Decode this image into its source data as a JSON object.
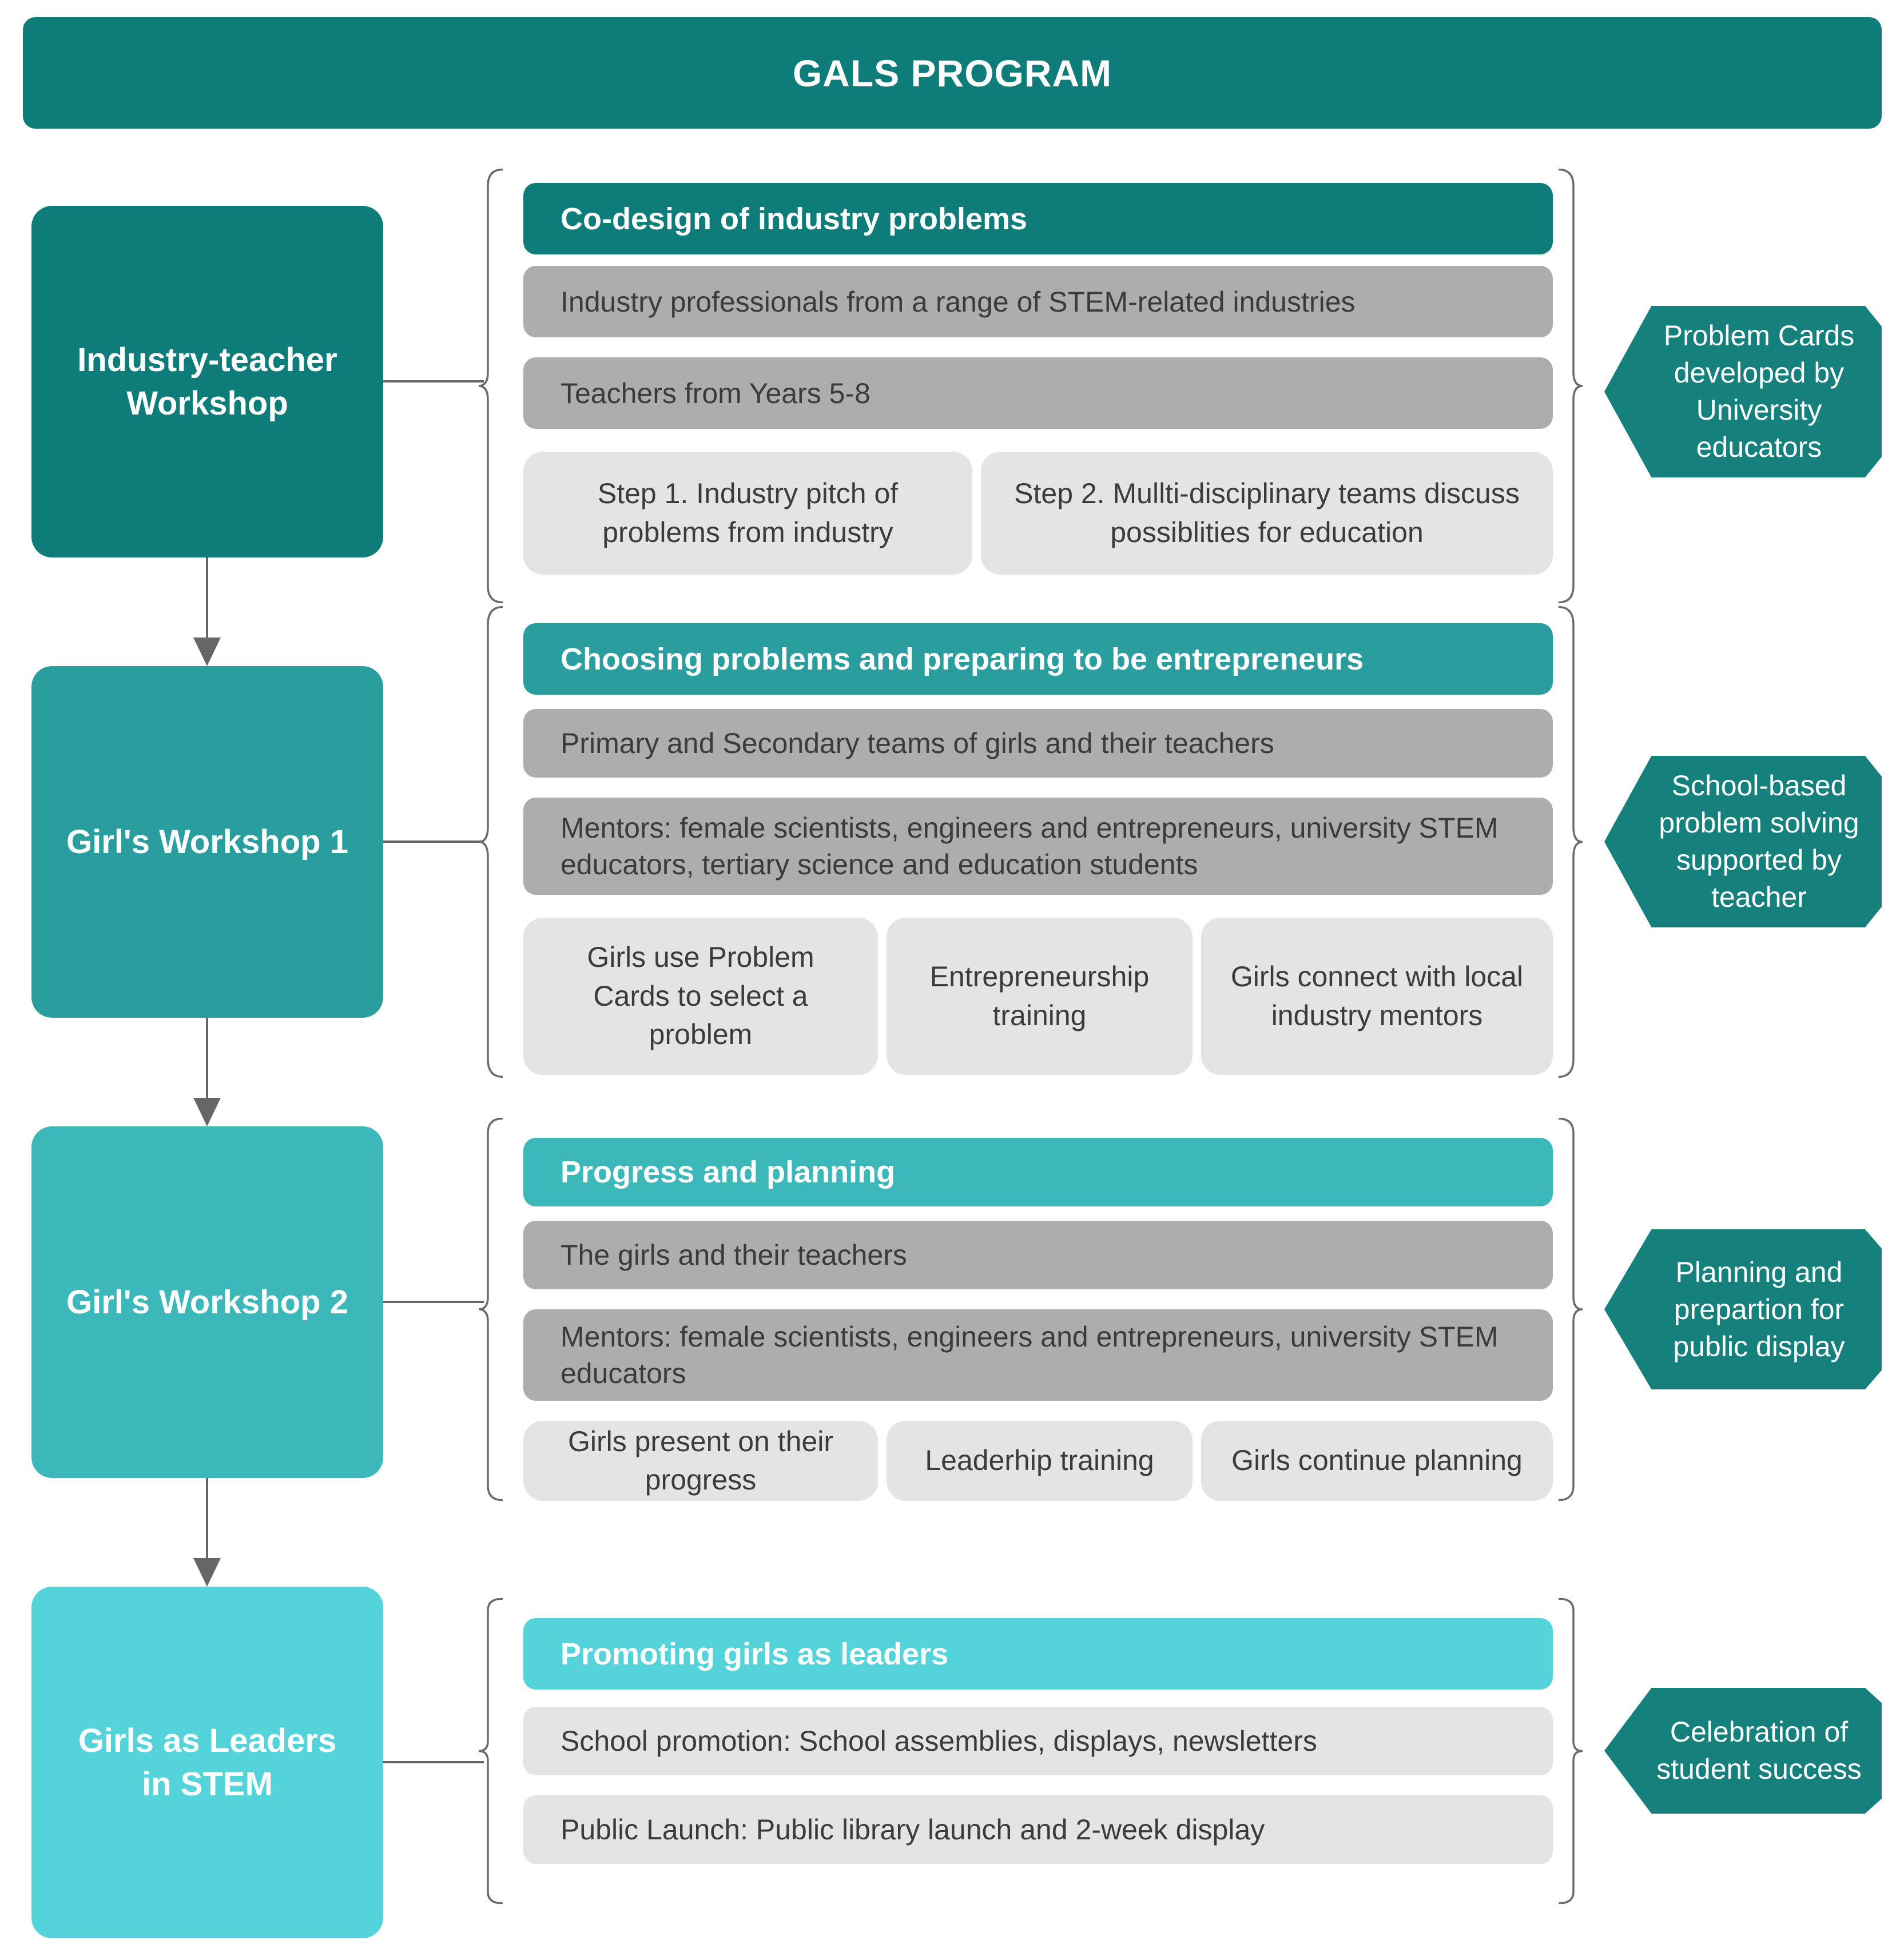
{
  "title": "GALS PROGRAM",
  "colors": {
    "teal_dark": "#0e7d7a",
    "teal_medium": "#2a9d9e",
    "teal_light": "#3db8ba",
    "teal_lightest": "#55d3da",
    "callout_teal": "#16817c",
    "bar_gray": "#adadad",
    "light_gray": "#e4e4e4",
    "connector_gray": "#666666",
    "text_dark": "#3b3b3b",
    "text_white": "#ffffff"
  },
  "stages": [
    {
      "label": "Industry-teacher Workshop"
    },
    {
      "label": "Girl's Workshop 1"
    },
    {
      "label": "Girl's Workshop 2"
    },
    {
      "label": "Girls as Leaders in STEM"
    }
  ],
  "panels": [
    {
      "header": "Co-design of industry problems",
      "bars": [
        "Industry professionals from a range of STEM-related industries",
        "Teachers from Years 5-8"
      ],
      "steps": [
        "Step 1. Industry pitch of problems from industry",
        "Step 2. Mullti-disciplinary teams discuss possiblities for education"
      ],
      "callout": "Problem Cards developed by University educators"
    },
    {
      "header": "Choosing problems and preparing to be entrepreneurs",
      "bars": [
        "Primary and Secondary teams of girls and their teachers",
        "Mentors: female scientists, engineers and entrepreneurs, university STEM educators, tertiary science and education students"
      ],
      "steps": [
        "Girls use Problem Cards to select a problem",
        "Entrepreneurship training",
        "Girls connect with local industry mentors"
      ],
      "callout": "School-based problem solving supported by teacher"
    },
    {
      "header": "Progress and planning",
      "bars": [
        "The girls and their teachers",
        "Mentors: female scientists, engineers and entrepreneurs, university STEM educators"
      ],
      "steps": [
        "Girls present on their progress",
        "Leaderhip training",
        "Girls continue planning"
      ],
      "callout": "Planning and prepartion for public display"
    },
    {
      "header": "Promoting girls as leaders",
      "bars": [
        "School promotion: School assemblies, displays, newsletters",
        "Public Launch: Public library launch and 2-week display"
      ],
      "steps": [],
      "callout": "Celebration of student success"
    }
  ]
}
